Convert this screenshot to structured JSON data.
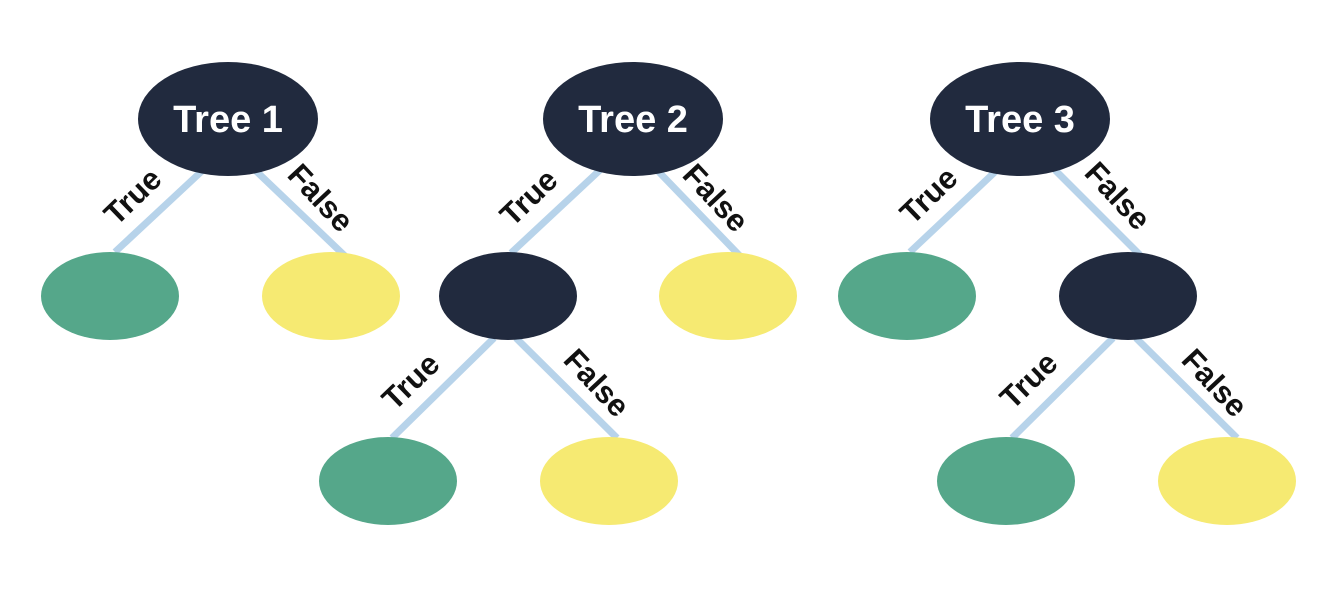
{
  "colors": {
    "decision_node": "#212a3e",
    "leaf_true": "#55a78a",
    "leaf_false": "#f6ea72",
    "edge": "#b7d3ea",
    "label_text": "#111111",
    "root_text": "#ffffff"
  },
  "trees": [
    {
      "title": "Tree 1",
      "branches": {
        "true_label": "True",
        "false_label": "False"
      },
      "true_child": "leaf-true",
      "false_child": "leaf-false"
    },
    {
      "title": "Tree 2",
      "branches": {
        "true_label": "True",
        "false_label": "False"
      },
      "true_child": {
        "type": "decision",
        "branches": {
          "true_label": "True",
          "false_label": "False"
        },
        "true_child": "leaf-true",
        "false_child": "leaf-false"
      },
      "false_child": "leaf-false"
    },
    {
      "title": "Tree 3",
      "branches": {
        "true_label": "True",
        "false_label": "False"
      },
      "true_child": "leaf-true",
      "false_child": {
        "type": "decision",
        "branches": {
          "true_label": "True",
          "false_label": "False"
        },
        "true_child": "leaf-true",
        "false_child": "leaf-false"
      }
    }
  ]
}
